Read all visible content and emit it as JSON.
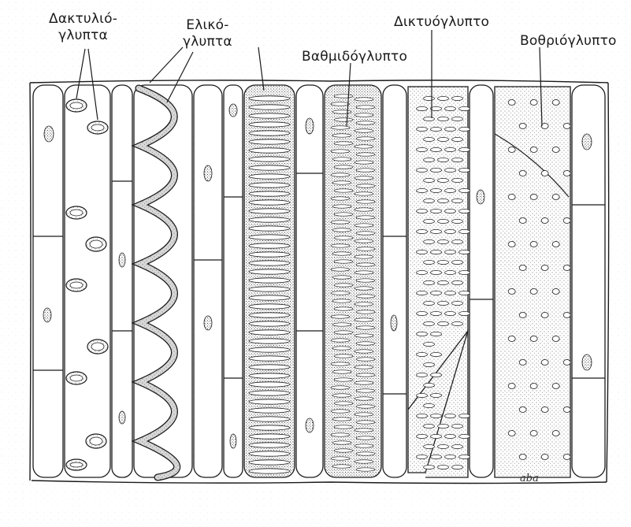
{
  "labels": {
    "annular": [
      "Δακτυλιό-",
      "γλυπτα"
    ],
    "spiral": [
      "Ελικό-",
      "γλυπτα"
    ],
    "scalariform": "Βαθμιδόγλυπτο",
    "reticulate": "Δικτυόγλυπτο",
    "pitted": "Βοθριόγλυπτο"
  },
  "signature": "aba",
  "colors": {
    "ink": "#1a1a1a",
    "stipple": "#555555",
    "paper": "#ffffff"
  }
}
